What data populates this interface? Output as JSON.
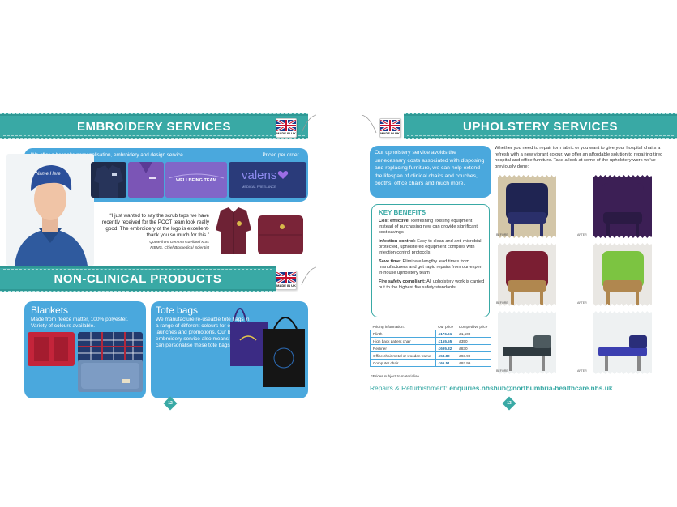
{
  "left": {
    "embroidery": {
      "title": "EMBROIDERY SERVICES",
      "intro": "We offer a bespoke personalisation, embroidery and design service.",
      "price": "Priced per order.",
      "cap_text": "Name Here",
      "banner_text": "WELLBEING TEAM",
      "logo_text": "valens",
      "logo_sub": "MEDICAL FREELANCE",
      "quote": "“I just wanted to say the scrub tops we have recently received for the POCT team look really good. The embroidery of the logo is excellent- thank you so much for this.”",
      "attribution_1": "Quote from Gemma Gaviland MSc",
      "attribution_2": "FIBMS, Chief Biomedical Scientist"
    },
    "nonclinical": {
      "title": "NON-CLINICAL PRODUCTS",
      "blankets_title": "Blankets",
      "blankets_text": "Made from fleece matter, 100% polyester. Variety of colours available.",
      "tote_title": "Tote bags",
      "tote_text": "We manufacture re-useable tote bags in a range of different colours for events, launches and promotions. Our bespoke embroidery service also means that you can personalise these tote bags."
    },
    "page_number": "12"
  },
  "flag_label": "MADE IN UK",
  "right": {
    "title": "UPHOLSTERY SERVICES",
    "intro": "Our upholstery service avoids the unnecessary costs associated with disposing and replacing furniture, we can help extend the lifespan of clinical chairs and couches, booths, office chairs and much more.",
    "paragraph": "Whether you need to repair torn fabric or you want to give your hospital chairs a refresh with a new vibrant colour, we offer an affordable solution to repairing tired hospital and office furniture. Take a look at some of the upholstery work we've previously done:",
    "benefits_title": "KEY BENEFITS",
    "benefits": [
      {
        "label": "Cost effective:",
        "text": " Refreshing existing equipment instead of purchasing new can provide significant cost savings"
      },
      {
        "label": "Infection control:",
        "text": " Easy to clean and anti-microbial protected, upholstered equipment complies with infection control protocols"
      },
      {
        "label": "Save time:",
        "text": " Eliminate lengthy lead times from manufacturers and get rapid repairs from our expert in-house upholstery team"
      },
      {
        "label": "Fire safety compliant:",
        "text": " All upholstery work is carried out to the highest fire safety standards."
      }
    ],
    "table": {
      "headers": [
        "Pricing information:",
        "Our price",
        "Competitive price"
      ],
      "rows": [
        [
          "Plinth",
          "£176.61",
          "£1,500"
        ],
        [
          "High back patient chair",
          "£155.55",
          "£350"
        ],
        [
          "Recliner",
          "£695.82",
          "£830"
        ],
        [
          "Office chair metal or wooden frame",
          "£58.80",
          "£93.99"
        ],
        [
          "Computer chair",
          "£66.51",
          "£93.99"
        ]
      ],
      "note": "*Prices subject to materialise"
    },
    "contact_label": "Repairs & Refurbishment: ",
    "contact_email": "enquiries.nhshub@northumbria-healthcare.nhs.uk",
    "before_label": "BEFORE",
    "after_label": "AFTER",
    "page_number": "13"
  },
  "colors": {
    "teal": "#39a9a5",
    "blue": "#4aa8dd",
    "navy": "#1d2c5c"
  }
}
